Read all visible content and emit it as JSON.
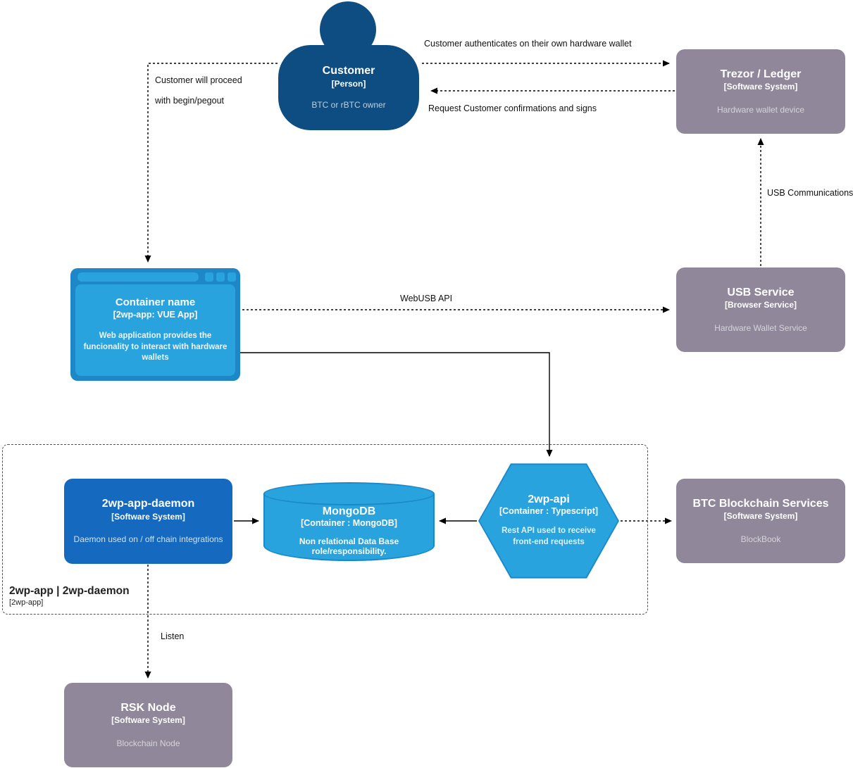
{
  "diagram": {
    "nodes": {
      "customer": {
        "title": "Customer",
        "subtitle": "[Person]",
        "description": "BTC or rBTC owner"
      },
      "trezor": {
        "title": "Trezor / Ledger",
        "subtitle": "[Software System]",
        "description": "Hardware wallet device"
      },
      "webapp": {
        "title": "Container name",
        "subtitle": "[2wp-app: VUE App]",
        "description": "Web application provides the funcionality to interact with hardware wallets"
      },
      "usb_service": {
        "title": "USB Service",
        "subtitle": "[Browser Service]",
        "description": "Hardware Wallet Service"
      },
      "daemon": {
        "title": "2wp-app-daemon",
        "subtitle": "[Software System]",
        "description": "Daemon used on / off chain integrations"
      },
      "mongodb": {
        "title": "MongoDB",
        "subtitle": "[Container : MongoDB]",
        "description": "Non relational Data Base role/responsibility."
      },
      "api": {
        "title": "2wp-api",
        "subtitle": "[Container : Typescript]",
        "description": "Rest API used to receive front-end requests"
      },
      "btc": {
        "title": "BTC Blockchain Services",
        "subtitle": "[Software System]",
        "description": "BlockBook"
      },
      "rsk": {
        "title": "RSK Node",
        "subtitle": "[Software System]",
        "description": "Blockchain Node"
      }
    },
    "boundary": {
      "title": "2wp-app | 2wp-daemon",
      "subtitle": "[2wp-app]"
    },
    "edges": {
      "auth": "Customer authenticates on their own hardware wallet",
      "confirm": "Request Customer confirmations and signs",
      "proceed_line1": "Customer will proceed",
      "proceed_line2": "with begin/pegout",
      "usb_comm": "USB Communications",
      "webusb": "WebUSB API",
      "listen": "Listen"
    },
    "colors": {
      "person_fill": "#0d4d82",
      "system_blue_fill": "#1569bf",
      "container_blue_fill": "#29a3de",
      "container_blue_border": "#1b88ca",
      "external_gray_fill": "#90889a",
      "edge_color": "#000000"
    }
  }
}
